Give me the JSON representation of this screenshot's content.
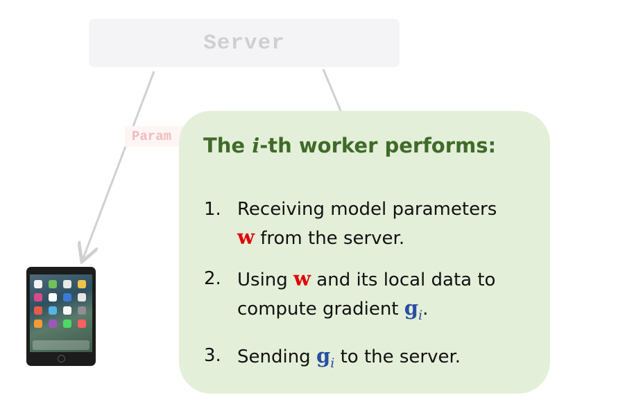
{
  "server": {
    "label": "Server"
  },
  "edge_label": {
    "text": "Param"
  },
  "card": {
    "title_before": "The ",
    "title_var": "i",
    "title_after": "-th worker performs:",
    "steps": [
      {
        "number": "1.",
        "text_a": "Receiving model parameters",
        "var_w": "w",
        "text_b": " from the server."
      },
      {
        "number": "2.",
        "text_a": "Using ",
        "var_w": "w",
        "text_b": " and its local data to compute gradient ",
        "var_g": "g",
        "var_g_sub": "i",
        "text_c": "."
      },
      {
        "number": "3.",
        "text_a": "Sending ",
        "var_g": "g",
        "var_g_sub": "i",
        "text_b": " to the server."
      }
    ]
  },
  "colors": {
    "card_bg": "#e4efd9",
    "title": "#3f6b29",
    "w_red": "#e30000",
    "g_blue": "#2a4ea2",
    "server_text": "#cfcfcf",
    "arrow": "#d0d0d0"
  }
}
